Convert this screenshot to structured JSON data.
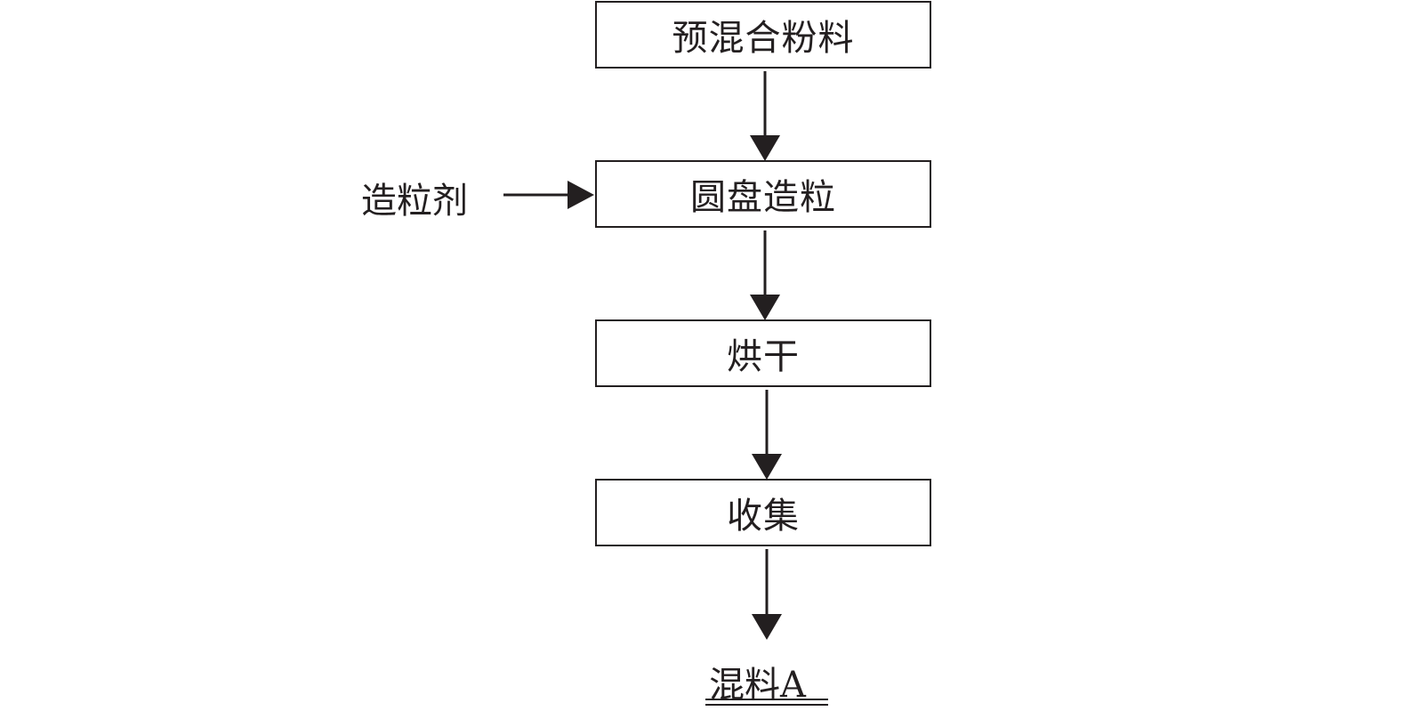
{
  "diagram": {
    "steps": [
      {
        "label": "预混合粉料"
      },
      {
        "label": "圆盘造粒"
      },
      {
        "label": "烘干"
      },
      {
        "label": "收集"
      }
    ],
    "side_input": {
      "label": "造粒剂"
    },
    "output": {
      "label": "混料A"
    }
  }
}
